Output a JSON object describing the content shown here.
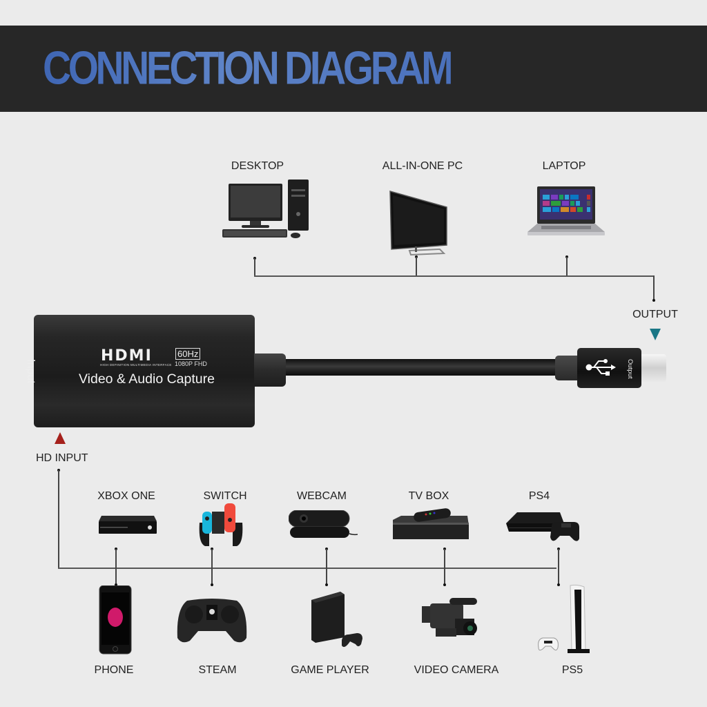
{
  "header": {
    "title": "CONNECTION DIAGRAM",
    "background_color": "#272727",
    "title_color": "#4c72bb"
  },
  "output_devices": [
    {
      "label": "DESKTOP",
      "icon": "desktop-computer-icon"
    },
    {
      "label": "ALL-IN-ONE PC",
      "icon": "all-in-one-pc-icon"
    },
    {
      "label": "LAPTOP",
      "icon": "laptop-icon"
    }
  ],
  "output_label": "OUTPUT",
  "output_arrow_color": "#1a7786",
  "capture_device": {
    "hdmi_logo": "HDMI",
    "hdmi_subtitle": "HIGH DEFINITION MULTIMEDIA INTERFACE",
    "refresh_rate": "60Hz",
    "resolution": "1080P FHD",
    "title": "Video & Audio Capture",
    "input_port_label": "Input",
    "output_port_label": "Output",
    "usb_icon": "usb-icon"
  },
  "input_label": "HD INPUT",
  "input_arrow_color": "#a5201b",
  "input_devices_top": [
    {
      "label": "XBOX ONE",
      "icon": "xbox-one-icon"
    },
    {
      "label": "SWITCH",
      "icon": "nintendo-switch-icon"
    },
    {
      "label": "WEBCAM",
      "icon": "webcam-icon"
    },
    {
      "label": "TV BOX",
      "icon": "tv-box-icon"
    },
    {
      "label": "PS4",
      "icon": "ps4-icon"
    }
  ],
  "input_devices_bottom": [
    {
      "label": "PHONE",
      "icon": "phone-icon"
    },
    {
      "label": "STEAM",
      "icon": "steam-controller-icon"
    },
    {
      "label": "GAME PLAYER",
      "icon": "game-player-icon"
    },
    {
      "label": "VIDEO CAMERA",
      "icon": "video-camera-icon"
    },
    {
      "label": "PS5",
      "icon": "ps5-icon"
    }
  ]
}
